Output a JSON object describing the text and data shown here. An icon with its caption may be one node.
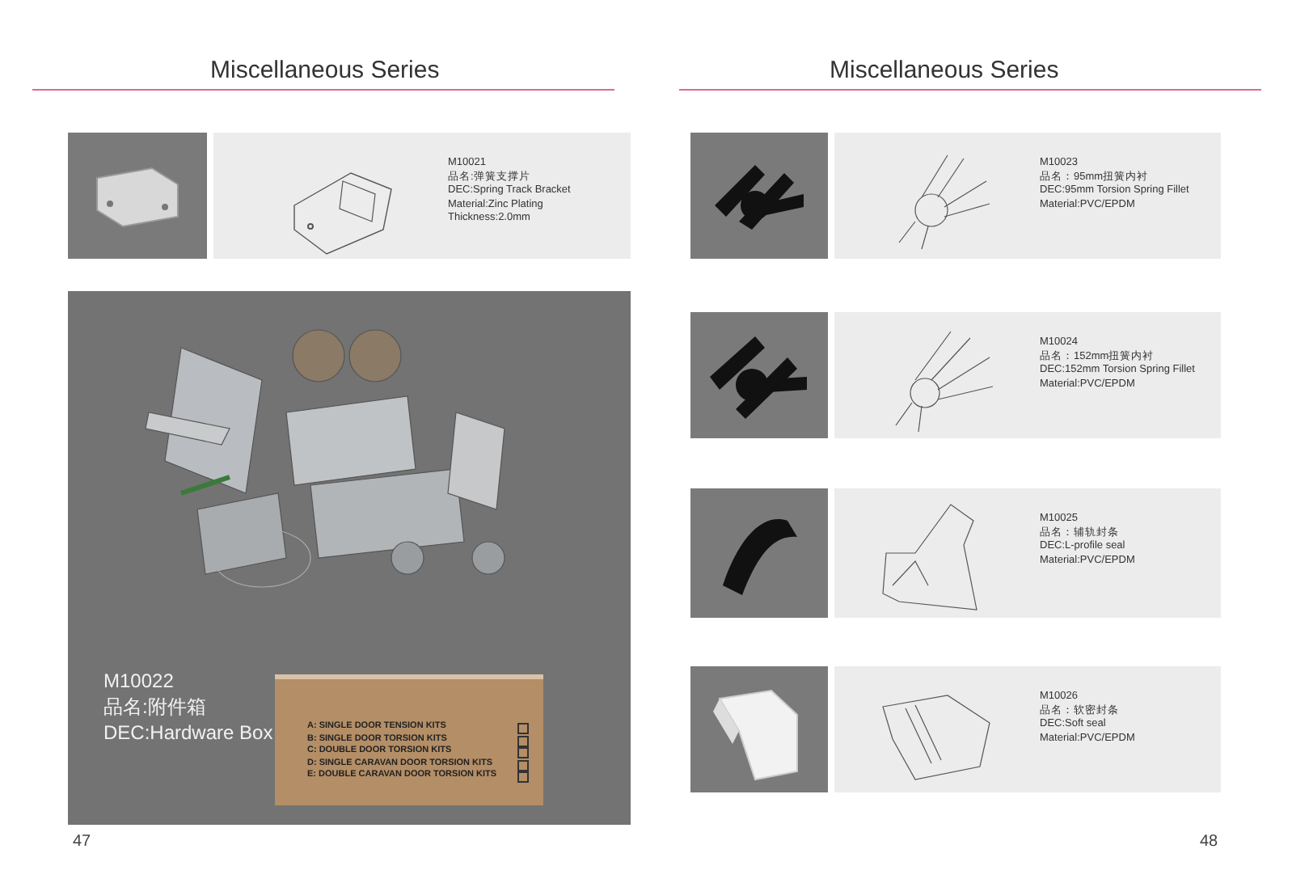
{
  "diagram": {
    "nodes": [
      {
        "text": [
          "M10021",
          "品名:弹簧支撑片",
          "DEC:Spring Track Bracket",
          "Material:Zinc Plating",
          "Thickness:2.0mm"
        ]
      },
      {
        "text": [
          "M10022",
          "品名:附件箱",
          "DEC:Hardware Box"
        ]
      },
      {
        "text": [
          "A: SINGLE DOOR TENSION KITS",
          "B: SINGLE DOOR TORSION KITS",
          "C: DOUBLE DOOR TORSION KITS",
          "D: SINGLE CARAVAN DOOR TORSION KITS",
          "E: DOUBLE CARAVAN DOOR TORSION KITS"
        ],
        "in": 1
      },
      {
        "text": [
          "M10023",
          "品名：95mm扭簧内衬",
          "DEC:95mm Torsion Spring Fillet",
          "Material:PVC/EPDM"
        ]
      },
      {
        "text": [
          "M10024",
          "品名：152mm扭簧内衬",
          "DEC:152mm Torsion Spring Fillet",
          "Material:PVC/EPDM"
        ]
      },
      {
        "text": [
          "M10025",
          "品名：辅轨封条",
          "DEC:L-profile seal",
          "Material:PVC/EPDM"
        ]
      },
      {
        "text": [
          "M10026",
          "品名：软密封条",
          "DEC:Soft seal",
          "Material:PVC/EPDM"
        ]
      }
    ],
    "labels": [
      "Miscellaneous Series",
      "Miscellaneous Series",
      "47",
      "48"
    ]
  }
}
